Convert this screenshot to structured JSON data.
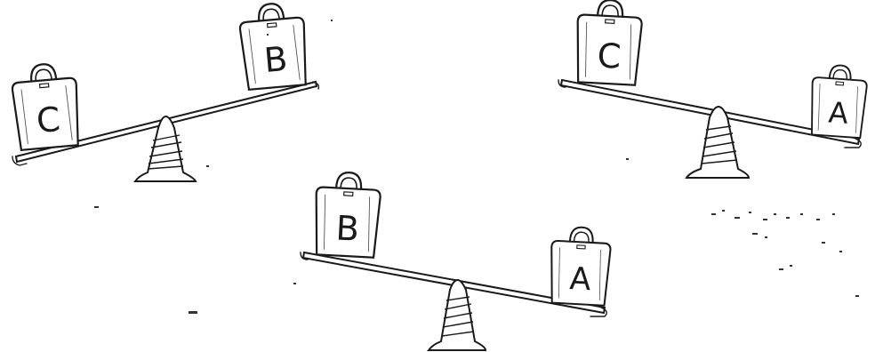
{
  "seesaws": [
    {
      "id": "seesaw-1",
      "left_weight": "C",
      "right_weight": "B",
      "heavier": "C"
    },
    {
      "id": "seesaw-2",
      "left_weight": "C",
      "right_weight": "A",
      "heavier": "A"
    },
    {
      "id": "seesaw-3",
      "left_weight": "B",
      "right_weight": "A",
      "heavier": "A"
    }
  ]
}
